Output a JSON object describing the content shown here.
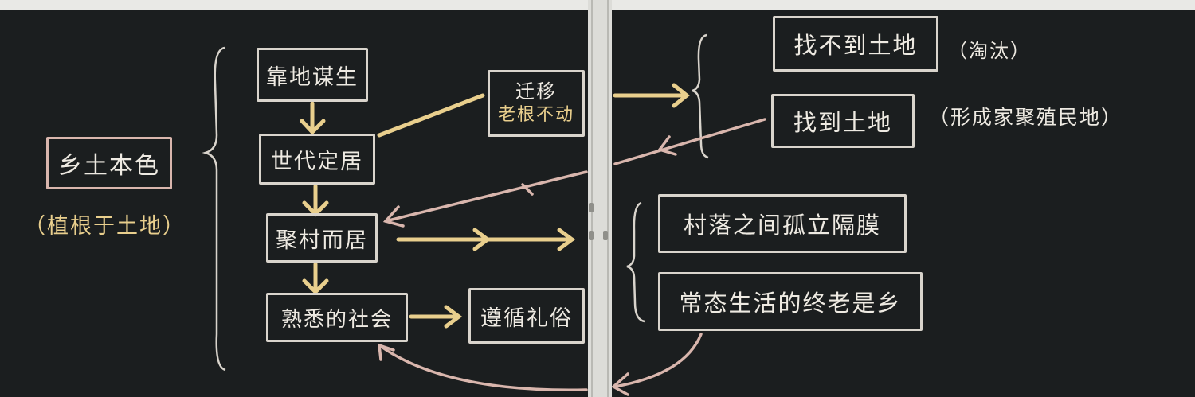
{
  "left_board": {
    "topic": {
      "title": "乡土本色",
      "subtitle": "（植根于土地）"
    },
    "flow": [
      "靠地谋生",
      "世代定居",
      "聚村而居",
      "熟悉的社会",
      "遵循礼俗"
    ],
    "branch": {
      "line1": "迁移",
      "line2": "老根不动"
    }
  },
  "right_board": {
    "migration_outcomes": [
      {
        "label": "找不到土地",
        "note": "（淘汰）"
      },
      {
        "label": "找到土地",
        "note": "（形成家聚殖民地）"
      }
    ],
    "village_traits": [
      "村落之间孤立隔膜",
      "常态生活的终老是乡"
    ]
  },
  "colors": {
    "board": "#1b1e1f",
    "chalk_white": "#eeeae2",
    "chalk_yellow": "#e9cf8d",
    "chalk_pink": "#d9b6ad"
  }
}
